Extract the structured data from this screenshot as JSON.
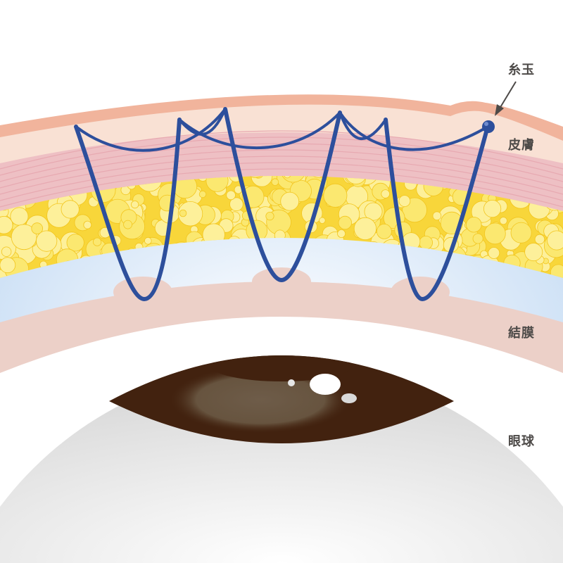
{
  "labels": {
    "knot": "糸玉",
    "skin": "皮膚",
    "conjunctiva": "結膜",
    "eyeball": "眼球"
  },
  "colors": {
    "skin_outer": "#f1b49c",
    "skin": "#f9e1d4",
    "muscle": "#eec0c4",
    "fat": "#f8d63a",
    "fascia": "#cfe2f6",
    "conjunctiva": "#ecd0c8",
    "suture": "#2d4f9c",
    "iris": "#42220f",
    "label": "#4d4a48"
  }
}
